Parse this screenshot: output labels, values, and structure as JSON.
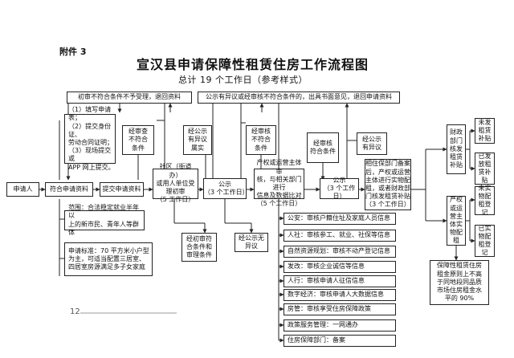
{
  "header": {
    "attachment": "附件 3",
    "title": "宣汉县申请保障性租赁住房工作流程图",
    "subtitle": "总计 19 个工作日（参考样式）",
    "page_number": "12"
  },
  "nodes": {
    "init_reject_top": "初审不符合条件不予受理，退回资料",
    "public_objection_top": "公示有异议或经审核不符合条件的，出具书面意见，退回申请资料",
    "applicant": "申请人",
    "submit_materials": "符合申请资料",
    "provide_materials": "提交申请资料",
    "steps_list": "（1）填写申请表；\n（2）提交身份证、\n劳动合同证明；\n（3）现场提交或\nAPP 网上提交。",
    "review_reject": "经审查\n不符合\n条件",
    "community_review": "社区（街道办）\n或用人单位受\n理初审\n（5 工作日）",
    "public1": "公示\n（3 个工作日）",
    "public_objection1": "经公示\n有异议\n属实",
    "verify_reject": "经审核\n不符合\n条件",
    "property_verify": "产权或运营主体审\n核，与相关部门进行\n信息及数据比对\n（5 个工作日）",
    "verify_ok": "经审核\n符合条件",
    "public2": "公示\n（3 个工作日）",
    "public_objection2": "经公示\n有异议",
    "property_dept": "相住保部门备案\n后，产权或运营\n主体进行实物配\n租，或者财政部\n门核发租赁补贴\n（3 个工作日）",
    "finance_dept": "财政\n部门\n核发\n租赁\n补贴",
    "operator_dept": "产权\n或运\n营主\n体实\n物配\n租",
    "unpaid_subsidy": "未发\n租赁\n补贴",
    "paid_subsidy": "已发\n放租\n赁补\n贴",
    "unpaid_rent": "未实\n物配\n租登\n记",
    "paid_rent": "已实\n物配\n租登\n记",
    "scope": "范围：合法稳定就业半年以\n上的新市民、青年人等群体",
    "standard": "申请标准：70 平方米小户型\n为主，可适当配置三居室、\n四居室房源满足多子女家庭",
    "review_pass_eval": "经初审符\n合条件和\n审理条件",
    "no_objection": "经公示无\n异议",
    "rent_standard": "保障性租赁住房\n租金原则上不高\n于同地段同品质\n市场住房租金水\n平的 90%"
  },
  "agencies": [
    {
      "name": "公安",
      "action": "审核户籍住址及家庭人员信息"
    },
    {
      "name": "人社",
      "action": "审核参工、就业、社保等信息"
    },
    {
      "name": "自然资源规划",
      "action": "审核不动产登记信息"
    },
    {
      "name": "发改",
      "action": "审核企业诚信等信息"
    },
    {
      "name": "人行",
      "action": "审核申请人征信信息"
    },
    {
      "name": "数字经济",
      "action": "审核申请人大数据信息"
    },
    {
      "name": "房管",
      "action": "审核享受住房保障政策"
    },
    {
      "name": "政策服务管理",
      "action": "一网通办"
    },
    {
      "name": "住房保障部门",
      "action": "备案"
    }
  ]
}
